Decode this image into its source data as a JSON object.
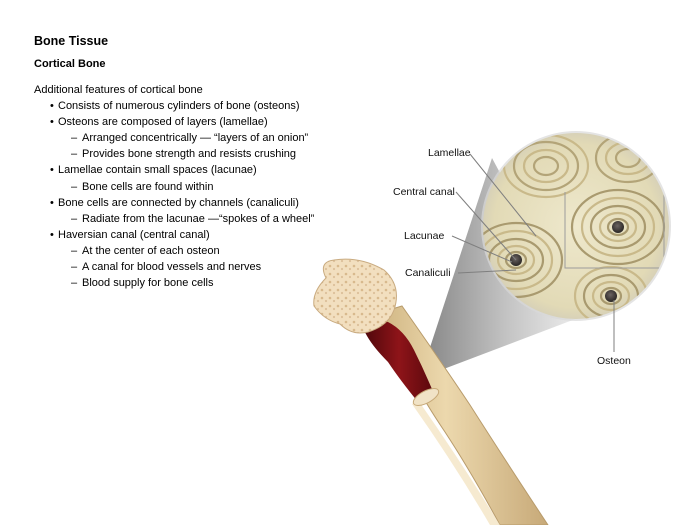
{
  "title": "Bone Tissue",
  "subtitle": "Cortical Bone",
  "intro": "Additional features of cortical bone",
  "bullets": [
    {
      "text": "Consists of numerous cylinders of bone (osteons)",
      "subs": []
    },
    {
      "text": "Osteons are composed of layers (lamellae)",
      "subs": [
        "Arranged concentrically — “layers of an onion”",
        "Provides bone strength and resists crushing"
      ]
    },
    {
      "text": "Lamellae contain small spaces (lacunae)",
      "subs": [
        "Bone cells are found within"
      ]
    },
    {
      "text": "Bone cells are connected by channels (canaliculi)",
      "subs": [
        "Radiate from the lacunae —“spokes of a wheel”"
      ]
    },
    {
      "text": "Haversian canal (central canal)",
      "subs": [
        "At the center of each osteon",
        "A canal for blood vessels and nerves",
        "Blood supply for bone cells"
      ]
    }
  ],
  "diagram": {
    "labels": {
      "lamellae": "Lamellae",
      "central_canal": "Central canal",
      "lacunae": "Lacunae",
      "canaliculi": "Canaliculi",
      "osteon": "Osteon"
    },
    "colors": {
      "bone_shaft": "#e2c99a",
      "marrow": "#7a0f14",
      "magnifier_bg": "#e6dfbd",
      "ring": "#b8a981",
      "canal": "#3e3a38"
    }
  }
}
